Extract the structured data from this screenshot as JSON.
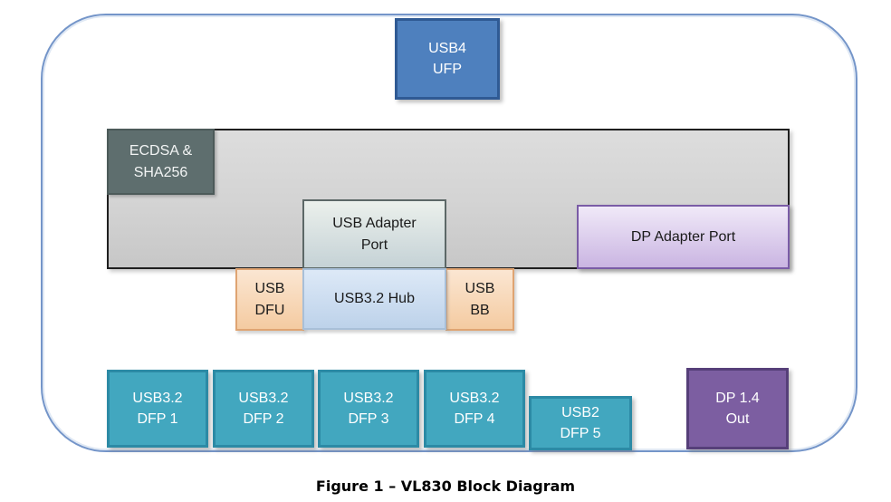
{
  "figure": {
    "caption": "Figure 1 – VL830 Block Diagram"
  },
  "blocks": {
    "usb4_ufp": {
      "label": "USB4\nUFP"
    },
    "ecdsa_sha256": {
      "label": "ECDSA &\nSHA256"
    },
    "usb_adapter_port": {
      "label": "USB Adapter\nPort"
    },
    "dp_adapter_port": {
      "label": "DP Adapter Port"
    },
    "usb_dfu": {
      "label": "USB\nDFU"
    },
    "usb32_hub": {
      "label": "USB3.2 Hub"
    },
    "usb_bb": {
      "label": "USB\nBB"
    },
    "usb32_dfp1": {
      "label": "USB3.2\nDFP 1"
    },
    "usb32_dfp2": {
      "label": "USB3.2\nDFP 2"
    },
    "usb32_dfp3": {
      "label": "USB3.2\nDFP 3"
    },
    "usb32_dfp4": {
      "label": "USB3.2\nDFP 4"
    },
    "usb2_dfp5": {
      "label": "USB2\nDFP 5"
    },
    "dp14_out": {
      "label": "DP 1.4\nOut"
    }
  },
  "palette": {
    "outer_border": "#7495c9",
    "usb4_fill": "#4e80be",
    "usb4_border": "#2f5a94",
    "gray_fill_top": "#dddddd",
    "gray_fill_bottom": "#c7c7c7",
    "gray_border": "#1f1f1f",
    "ecdsa_fill": "#5e6e6e",
    "usb_adapter_fill_top": "#ebf0ec",
    "usb_adapter_fill_bottom": "#c5d2d6",
    "dp_adapter_fill_top": "#f0e9f8",
    "dp_adapter_fill_bottom": "#cab5e2",
    "dp_adapter_border": "#7a5ca6",
    "tan_fill_top": "#fbe6d2",
    "tan_fill_bottom": "#f4cba1",
    "tan_border": "#dfa472",
    "hub_fill_top": "#dde9f7",
    "hub_fill_bottom": "#bdd2ea",
    "teal_fill": "#42a7bf",
    "teal_border": "#2c8aa5",
    "purple_fill": "#7c5ea1",
    "purple_border": "#563f79"
  }
}
